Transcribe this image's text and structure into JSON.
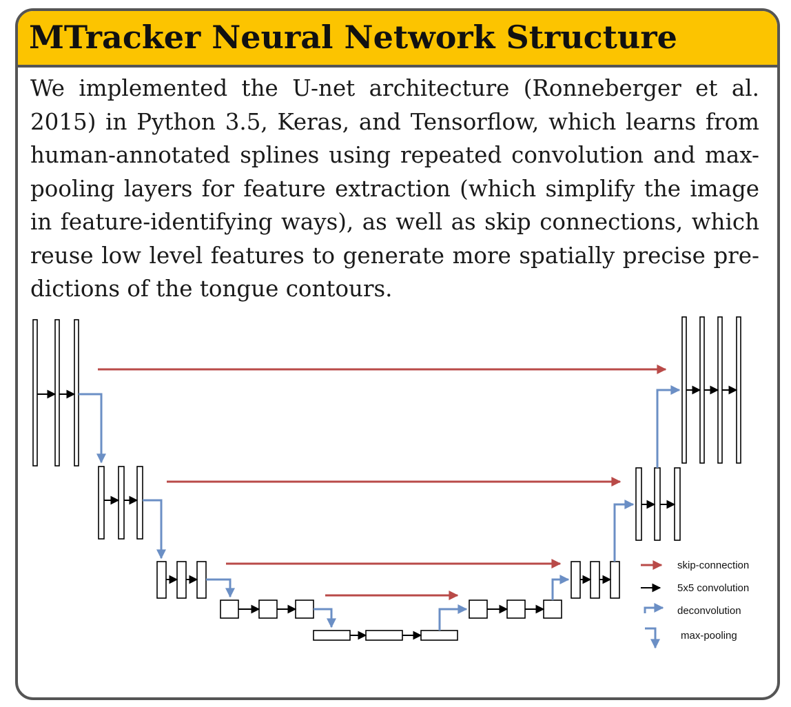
{
  "title": "MTracker Neural Network Structure",
  "body": "We implemented the U-net architecture (Ronneberger et al. 2015) in Python 3.5, Keras, and Tensorflow, which learns from human-annotated splines using repeated convolution and max-pooling layers for feature extraction (which simplify the image in feature-identifying ways), as well as skip connections, which reuse low level features to generate more spatially precise pre­dictions of the tongue contours.",
  "colors": {
    "header": "#fcc400",
    "border": "#555555",
    "skip": "#b94a48",
    "convolution": "#000000",
    "deconvolution": "#6b8fc5",
    "maxpool": "#6b8fc5"
  },
  "legend": {
    "skip": "skip-connection",
    "conv": "5x5 convolution",
    "deconv": "deconvolution",
    "pool": "max-pooling"
  }
}
